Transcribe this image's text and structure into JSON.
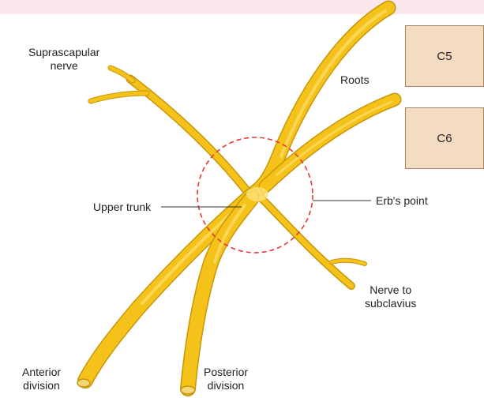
{
  "labels": {
    "suprascapular_line1": "Suprascapular",
    "suprascapular_line2": "nerve",
    "roots": "Roots",
    "upper_trunk": "Upper trunk",
    "erbs_point": "Erb's point",
    "nerve_to_subclavius_line1": "Nerve to",
    "nerve_to_subclavius_line2": "subclavius",
    "anterior_division_line1": "Anterior",
    "anterior_division_line2": "division",
    "posterior_division_line1": "Posterior",
    "posterior_division_line2": "division"
  },
  "root_boxes": [
    "C5",
    "C6"
  ],
  "colors": {
    "nerve_fill": "#f5c21a",
    "nerve_highlight": "#fbe27a",
    "nerve_outline": "#c9960a",
    "circle_dash": "#e53935",
    "box_fill": "#f4dcc2",
    "top_band": "#fbe7ee"
  }
}
